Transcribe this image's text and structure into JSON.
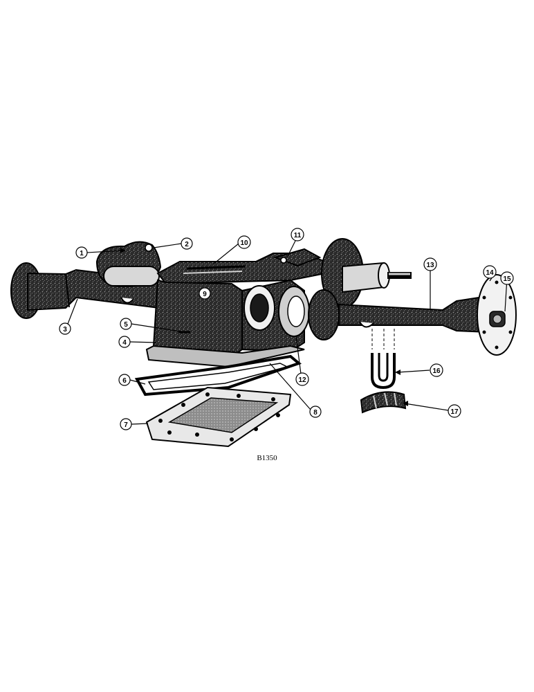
{
  "figure": {
    "id_label": "B1350"
  },
  "callouts": [
    {
      "number": "1"
    },
    {
      "number": "2"
    },
    {
      "number": "3"
    },
    {
      "number": "4"
    },
    {
      "number": "5"
    },
    {
      "number": "6"
    },
    {
      "number": "7"
    },
    {
      "number": "8"
    },
    {
      "number": "9"
    },
    {
      "number": "10"
    },
    {
      "number": "11"
    },
    {
      "number": "12"
    },
    {
      "number": "13"
    },
    {
      "number": "14"
    },
    {
      "number": "15"
    },
    {
      "number": "16"
    },
    {
      "number": "17"
    }
  ],
  "colors": {
    "ink": "#000000",
    "casting": "#3a3a3a",
    "paper": "#ffffff"
  }
}
